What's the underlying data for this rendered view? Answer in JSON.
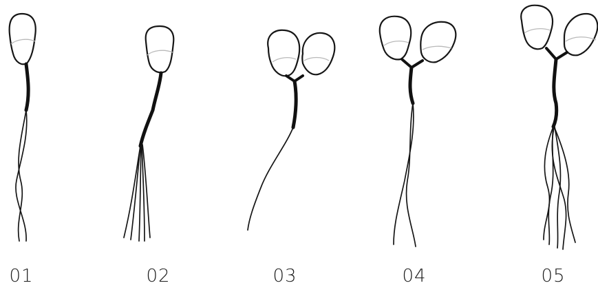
{
  "figure": {
    "labels": [
      "01",
      "02",
      "03",
      "04",
      "05"
    ]
  },
  "colors": {
    "background": "#ffffff",
    "ink": "#151515",
    "pocket_line": "#b9b9b9"
  }
}
